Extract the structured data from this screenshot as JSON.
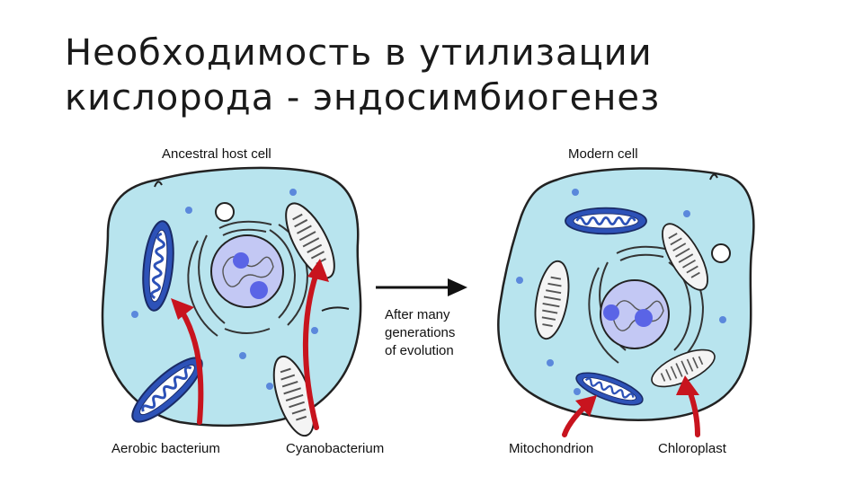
{
  "slide": {
    "title_line1": "Необходимость в утилизации",
    "title_line2": "кислорода - эндосимбиогенез"
  },
  "diagram": {
    "left_cell_label": "Ancestral host cell",
    "right_cell_label": "Modern cell",
    "transition_line1": "After many",
    "transition_line2": "generations",
    "transition_line3": "of evolution",
    "left_bottom_label1": "Aerobic bacterium",
    "left_bottom_label2": "Cyanobacterium",
    "right_bottom_label1": "Mitochondrion",
    "right_bottom_label2": "Chloroplast"
  },
  "colors": {
    "cytoplasm": "#b8e4ee",
    "outline": "#222222",
    "nucleus": "#c3c8f4",
    "nucleolus": "#5a64e6",
    "mitochondrion": "#2d52b8",
    "arrow_red": "#c8141e",
    "arrow_black": "#111111"
  }
}
